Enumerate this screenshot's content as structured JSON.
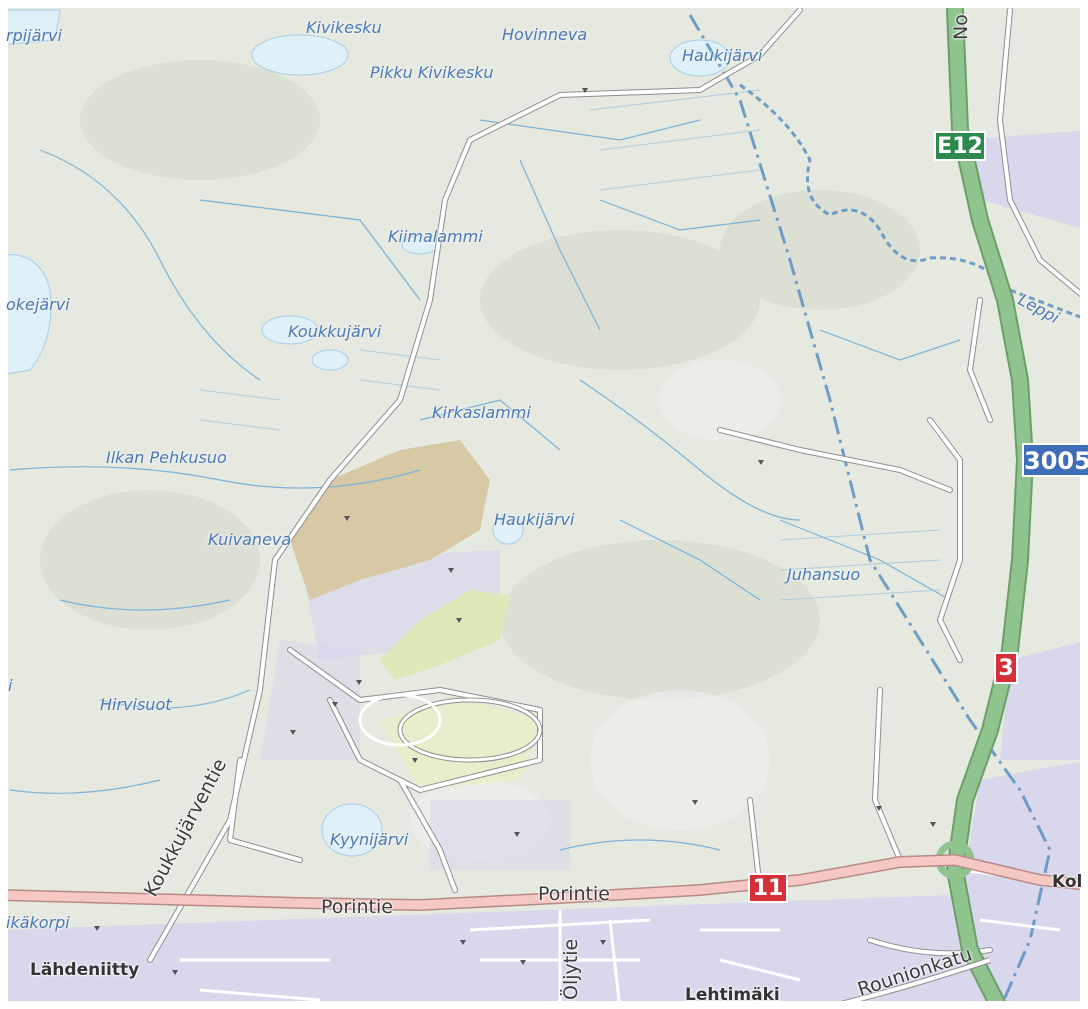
{
  "colors": {
    "land": "#e6e9df",
    "water": "#dff0f9",
    "stream": "#7bb2d7",
    "road": "#ffffff",
    "road_casing": "#8f8f8f",
    "main_road": "#f6c8c3",
    "motorway": "#8fc48f",
    "boundary": "#5b8fbf",
    "residential": "#d9d7ec",
    "gravel": "#d7c9a6",
    "field": "#dbe8b8",
    "shield_red": "#d6303b",
    "shield_green": "#2e8a4c",
    "shield_blue": "#3f6db8"
  },
  "labels": {
    "kivikesku": "Kivikesku",
    "hovinneva": "Hovinneva",
    "haukijarvi_n": "Haukijärvi",
    "pikku_kivikesku": "Pikku Kivikesku",
    "orpijarvi": "rpijärvi",
    "kiimalammi": "Kiimalammi",
    "okejarvi": "okejärvi",
    "koukkujarvi": "Koukkujärvi",
    "kirkaslammi": "Kirkaslammi",
    "ilkan_pehkusuo": "Ilkan Pehkusuo",
    "haukijarvi_s": "Haukijärvi",
    "kuivaneva": "Kuivaneva",
    "juhansuo": "Juhansuo",
    "hirvisuot": "Hirvisuot",
    "kyynijarvi": "Kyynijärvi",
    "kakorpi": "ikäkorpi",
    "leppi": "Leppi",
    "edge_i": "i"
  },
  "roads": {
    "koukkujarventie": "Koukkujärventie",
    "porintie_1": "Porintie",
    "porintie_2": "Porintie",
    "oljytie": "Öljytie",
    "rounionkatu": "Rounionkatu",
    "no": "No"
  },
  "places": {
    "lahdeniitty": "Lähdeniitty",
    "lehtimaki": "Lehtimäki",
    "kol": "Kol"
  },
  "shields": {
    "e12": "E12",
    "r3005": "3005",
    "r3": "3",
    "r11": "11"
  }
}
